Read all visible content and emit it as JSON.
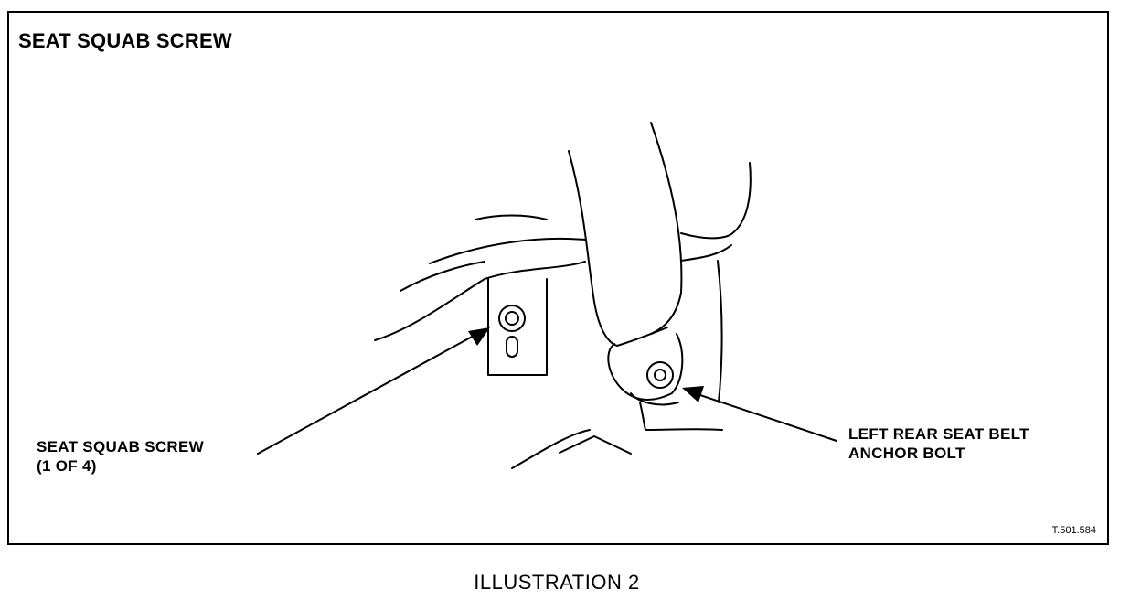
{
  "figure": {
    "title": "SEAT SQUAB SCREW",
    "callouts": {
      "screw": [
        "SEAT SQUAB SCREW",
        "(1 OF 4)"
      ],
      "anchor_bolt": [
        "LEFT REAR SEAT BELT",
        "ANCHOR BOLT"
      ]
    },
    "reference_code": "T.501.584",
    "caption": "ILLUSTRATION 2"
  }
}
